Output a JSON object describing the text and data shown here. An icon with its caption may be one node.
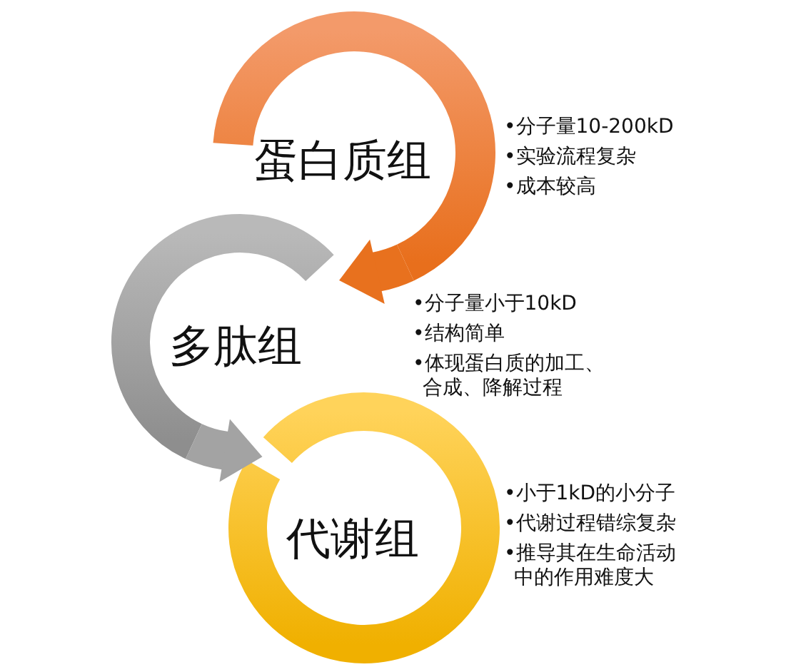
{
  "diagram": {
    "nodes": [
      {
        "text": [
          "蛋白质组"
        ],
        "beside": [
          "•分子量10-200kD",
          "•实验流程复杂",
          "•成本较高"
        ]
      },
      {
        "text": [
          "多肽组"
        ],
        "beside": [
          "•分子量小于10kD",
          "•结构简单",
          "•体现蛋白质的加工、合成、降解过程"
        ]
      },
      {
        "text": [
          "代谢组"
        ],
        "beside": [
          "•小于1kD的小分子",
          "•代谢过程错综复杂",
          "•推导其在生命活动中的作用难度大"
        ]
      }
    ],
    "edges": [
      {
        "from": 0,
        "to": 1,
        "arrow": "to",
        "color": "#e8711e"
      },
      {
        "from": 1,
        "to": 2,
        "arrow": "to",
        "color": "#a3a3a3"
      }
    ]
  }
}
